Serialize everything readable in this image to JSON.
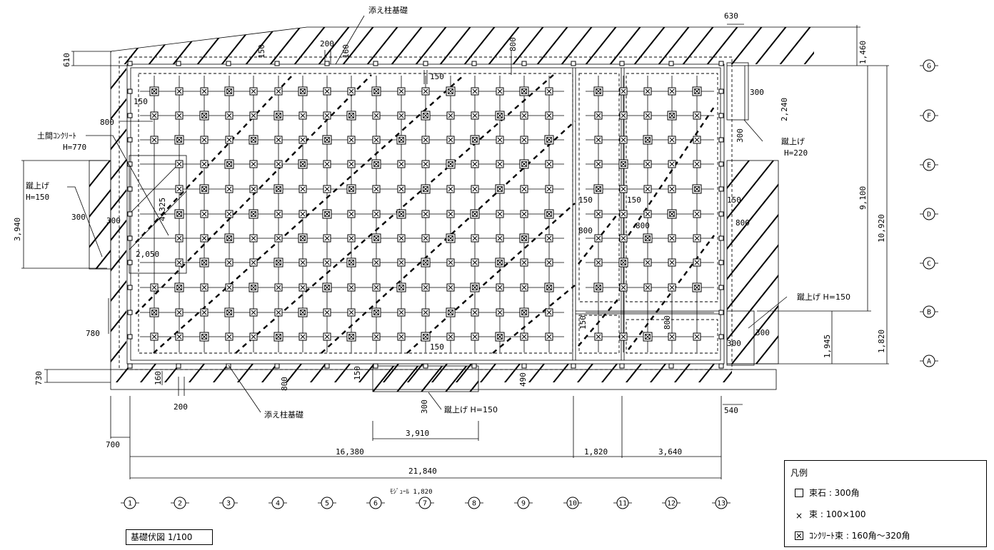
{
  "drawing_title": "基礎伏図 1/100",
  "module_label": "ﾓｼﾞｭｰﾙ 1,820",
  "column_axes": [
    "1",
    "2",
    "3",
    "4",
    "5",
    "6",
    "7",
    "8",
    "9",
    "10",
    "11",
    "12",
    "13"
  ],
  "row_axes": [
    "G",
    "F",
    "E",
    "D",
    "C",
    "B",
    "A"
  ],
  "callouts": {
    "soe_top": "添え柱基礎",
    "soe_bottom": "添え柱基礎",
    "doma": "土間ｺﾝｸﾘｰﾄ",
    "doma_h": "H=770",
    "kerage_left": "蹴上げ",
    "kerage_left_h": "H=150",
    "kerage_right_top": "蹴上げ",
    "kerage_right_top_h": "H=220",
    "kerage_right_mid": "蹴上げ H=150",
    "kerage_bottom": "蹴上げ H=150"
  },
  "dimensions": {
    "d630": "630",
    "d200_top": "200",
    "d160_top": "160",
    "d150_top": "150",
    "d800_top": "800",
    "d150_inner_top": "150",
    "d610": "610",
    "d1460": "1,460",
    "d2240": "2,240",
    "d300_rt": "300",
    "d300_rt2": "300",
    "d9100": "9,100",
    "d10920": "10,920",
    "d150_left": "150",
    "d800_left": "800",
    "d4325": "4,325",
    "d2050": "2,050",
    "d3940": "3,940",
    "d300_l1": "300",
    "d300_l2": "300",
    "d150_m1": "150",
    "d150_m2": "150",
    "d150_m3": "150",
    "d800_m1": "800",
    "d800_m2": "800",
    "d800_right": "800",
    "d780": "780",
    "d1945": "1,945",
    "d1820_r": "1,820",
    "d300_rb1": "300",
    "d300_rb2": "300",
    "d150_b1": "150",
    "d800_b2": "800",
    "d150_inner_bot": "150",
    "d730": "730",
    "d160_bot": "160",
    "d800_bot": "800",
    "d150_bot": "150",
    "d490": "490",
    "d200_bot": "200",
    "d300_bot": "300",
    "d540": "540",
    "d3910": "3,910",
    "d700": "700",
    "d16380": "16,380",
    "d1820_b": "1,820",
    "d3640": "3,640",
    "d21840": "21,840"
  },
  "legend": {
    "title": "凡例",
    "items": [
      {
        "symbol": "square",
        "text": "束石 : 300角"
      },
      {
        "symbol": "cross",
        "text": "束 : 100×100"
      },
      {
        "symbol": "crossed-square",
        "text": "ｺﾝｸﾘｰﾄ束 : 160角～320角"
      }
    ]
  },
  "colors": {
    "line": "#000000",
    "background": "#ffffff"
  }
}
